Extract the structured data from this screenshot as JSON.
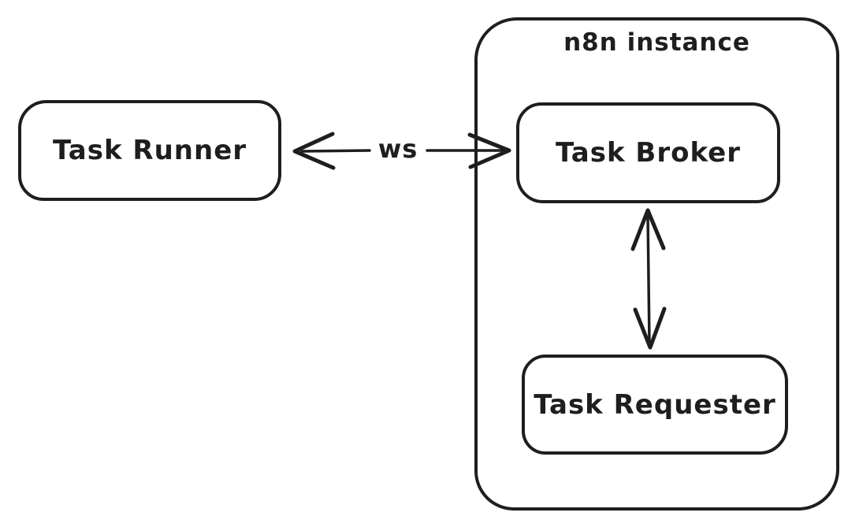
{
  "diagram": {
    "type": "flow-diagram",
    "style": "hand-drawn",
    "stroke_color": "#1e1e1e",
    "background_color": "#ffffff",
    "nodes": {
      "task_runner": {
        "label": "Task Runner"
      },
      "n8n_instance": {
        "label": "n8n instance"
      },
      "task_broker": {
        "label": "Task Broker"
      },
      "task_requester": {
        "label": "Task Requester"
      }
    },
    "edges": {
      "runner_broker": {
        "label": "ws",
        "from": "Task Runner",
        "to": "Task Broker",
        "direction": "bidirectional"
      },
      "broker_requester": {
        "from": "Task Broker",
        "to": "Task Requester",
        "direction": "bidirectional"
      }
    }
  }
}
